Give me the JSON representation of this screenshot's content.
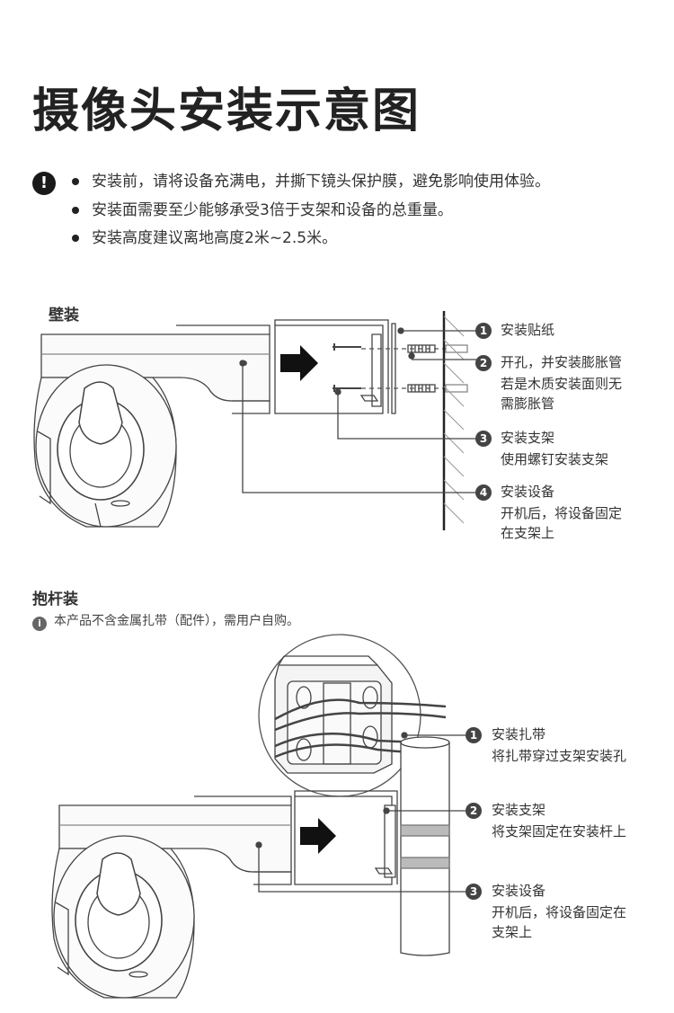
{
  "title": "摄像头安装示意图",
  "notes": {
    "icon": "exclamation-icon",
    "items": [
      "安装前，请将设备充满电，并撕下镜头保护膜，避免影响使用体验。",
      "安装面需要至少能够承受3倍于支架和设备的总重量。",
      "安装高度建议离地高度2米~2.5米。"
    ]
  },
  "wall": {
    "title": "壁装",
    "steps": [
      {
        "num": "1",
        "label": "安装贴纸",
        "desc": ""
      },
      {
        "num": "2",
        "label": "开孔，并安装膨胀管",
        "desc": "若是木质安装面则无\n需膨胀管"
      },
      {
        "num": "3",
        "label": "安装支架",
        "desc": "使用螺钉安装支架"
      },
      {
        "num": "4",
        "label": "安装设备",
        "desc": "开机后，将设备固定\n在支架上"
      }
    ]
  },
  "pole": {
    "title": "抱杆装",
    "note": "本产品不含金属扎带（配件），需用户自购。",
    "steps": [
      {
        "num": "1",
        "label": "安装扎带",
        "desc": "将扎带穿过支架安装孔"
      },
      {
        "num": "2",
        "label": "安装支架",
        "desc": "将支架固定在安装杆上"
      },
      {
        "num": "3",
        "label": "安装设备",
        "desc": "开机后，将设备固定在\n支架上"
      }
    ]
  }
}
